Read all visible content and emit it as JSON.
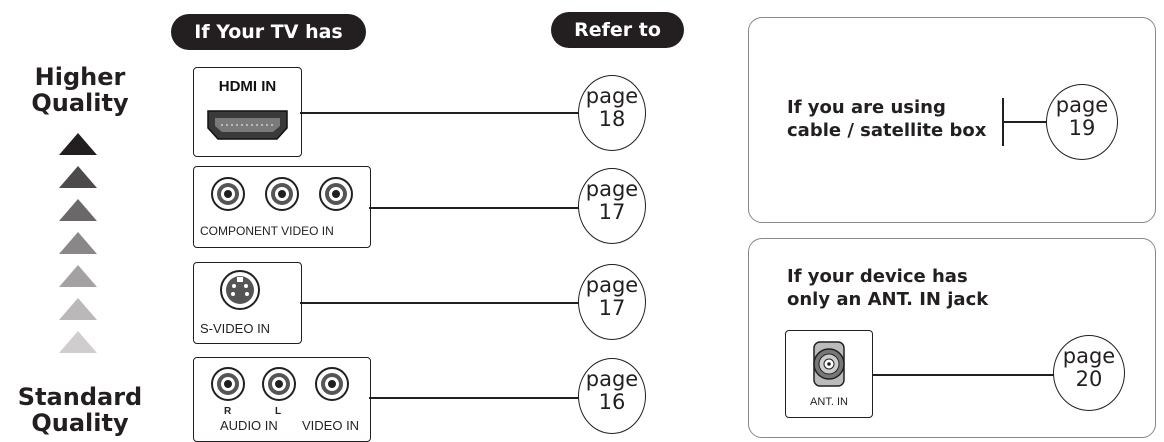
{
  "header": {
    "left_pill": "If Your TV has",
    "right_pill": "Refer to"
  },
  "quality": {
    "top_line1": "Higher",
    "top_line2": "Quality",
    "bottom_line1": "Standard",
    "bottom_line2": "Quality",
    "triangle_colors": [
      "#231f20",
      "#4d4a4b",
      "#6b6869",
      "#8a8788",
      "#a3a1a2",
      "#bab8b9",
      "#cfcdce"
    ]
  },
  "inputs": [
    {
      "label": "HDMI IN",
      "icon": "hdmi-port-icon",
      "page_word": "page",
      "page_num": "18"
    },
    {
      "label": "COMPONENT VIDEO IN",
      "icon": "rca-jack-icon",
      "page_word": "page",
      "page_num": "17"
    },
    {
      "label": "S-VIDEO IN",
      "icon": "s-video-port-icon",
      "page_word": "page",
      "page_num": "17"
    },
    {
      "label_audio": "AUDIO IN",
      "label_video": "VIDEO IN",
      "label_r": "R",
      "label_l": "L",
      "icon": "rca-jack-icon",
      "page_word": "page",
      "page_num": "16"
    }
  ],
  "cable_panel": {
    "line1": "If you are using",
    "line2": "cable / satellite box",
    "page_word": "page",
    "page_num": "19"
  },
  "ant_panel": {
    "line1": "If your device has",
    "line2": "only an ANT. IN jack",
    "jack_label": "ANT. IN",
    "page_word": "page",
    "page_num": "20"
  }
}
